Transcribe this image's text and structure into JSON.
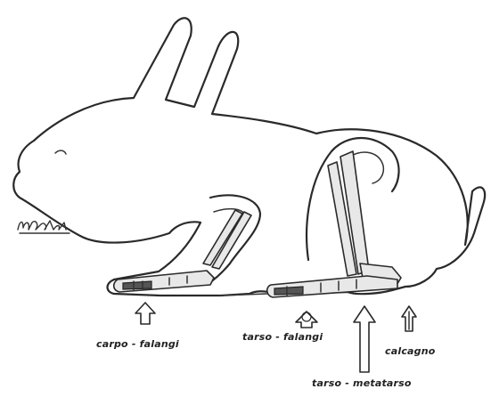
{
  "labels": {
    "carpe_falangi": "carpo - falangi",
    "tarso_falangi": "tarso - falangi",
    "calcagno": "calcagno",
    "tarso_metatarso": "tarso - metatarso"
  },
  "colors": {
    "line": "#2a2a2a",
    "bone_fill": "#e8e8e8",
    "background": "#ffffff"
  }
}
